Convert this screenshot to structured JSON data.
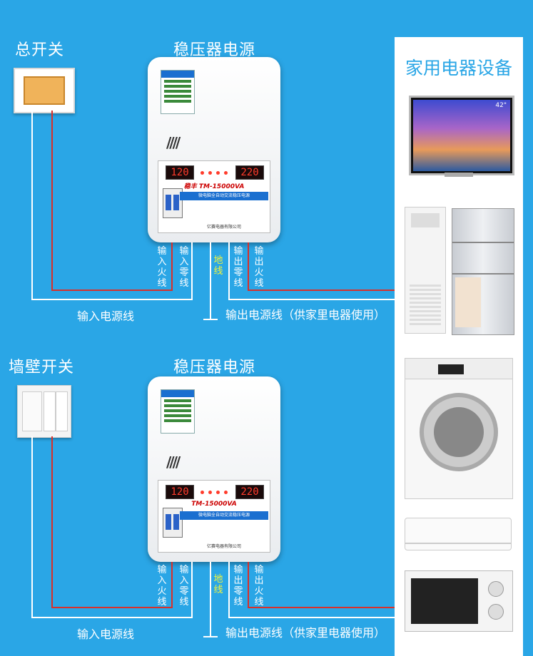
{
  "colors": {
    "background": "#2aa6e6",
    "live_wire": "#d9302a",
    "neutral_wire": "#ffffff",
    "ground_label": "#f5f53a"
  },
  "panel_title": "家用电器设备",
  "top": {
    "source_label": "总开关",
    "stabilizer_label": "稳压器电源",
    "wire_labels": {
      "in_live": "输入火线",
      "in_neutral": "输入零线",
      "ground": "地线",
      "out_neutral": "输出零线",
      "out_live": "输出火线"
    },
    "input_cable": "输入电源线",
    "output_cable": "输出电源线（供家里电器使用）"
  },
  "bottom": {
    "source_label": "墙壁开关",
    "stabilizer_label": "稳压器电源",
    "wire_labels": {
      "in_live": "输入火线",
      "in_neutral": "输入零线",
      "ground": "地线",
      "out_neutral": "输出零线",
      "out_live": "输出火线"
    },
    "input_cable": "输入电源线",
    "output_cable": "输出电源线（供家里电器使用）"
  },
  "stabilizer_display": {
    "input_voltage": "120",
    "output_voltage": "220",
    "model": "TM-15000VA",
    "brand": "稳丰",
    "band_text": "微电脑全自动交流稳压电源",
    "maker": "亿赛电器有限公司"
  },
  "tv_size_badge": "42\""
}
